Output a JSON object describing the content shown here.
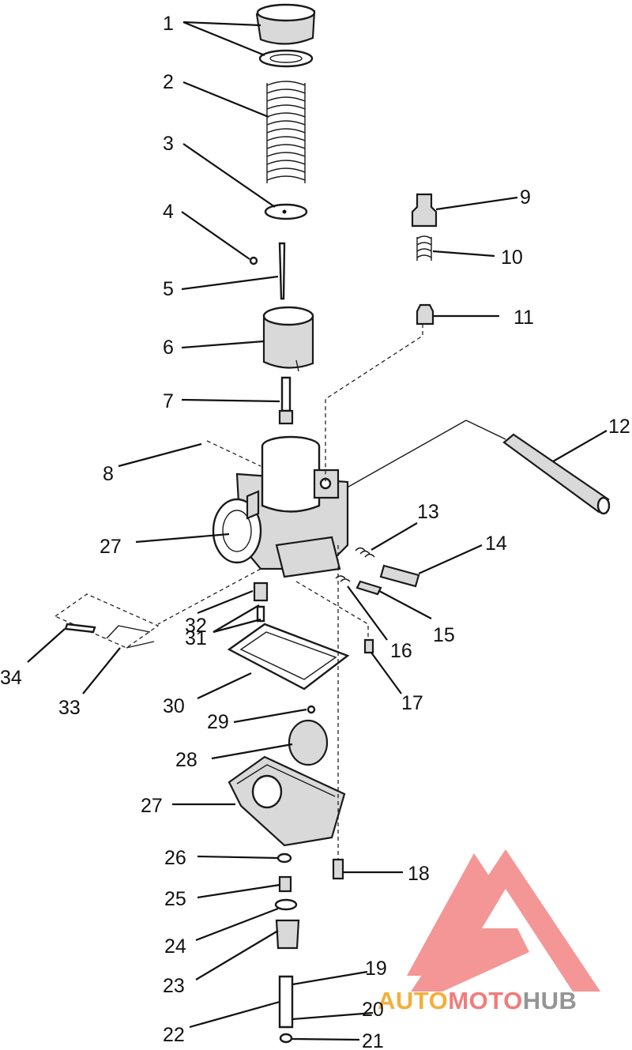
{
  "labels": [
    "1",
    "2",
    "3",
    "4",
    "5",
    "6",
    "7",
    "8",
    "9",
    "10",
    "11",
    "12",
    "13",
    "14",
    "15",
    "16",
    "17",
    "18",
    "19",
    "20",
    "21",
    "22",
    "23",
    "24",
    "25",
    "26",
    "27",
    "27",
    "28",
    "29",
    "30",
    "31",
    "32",
    "33",
    "34"
  ],
  "watermark": {
    "part1": "AUTO",
    "part2": "MOTO",
    "part3": "HUB",
    "color_red": "#f06e6e",
    "color_orange": "#f5a623",
    "color_gray": "#8a8a8a"
  }
}
